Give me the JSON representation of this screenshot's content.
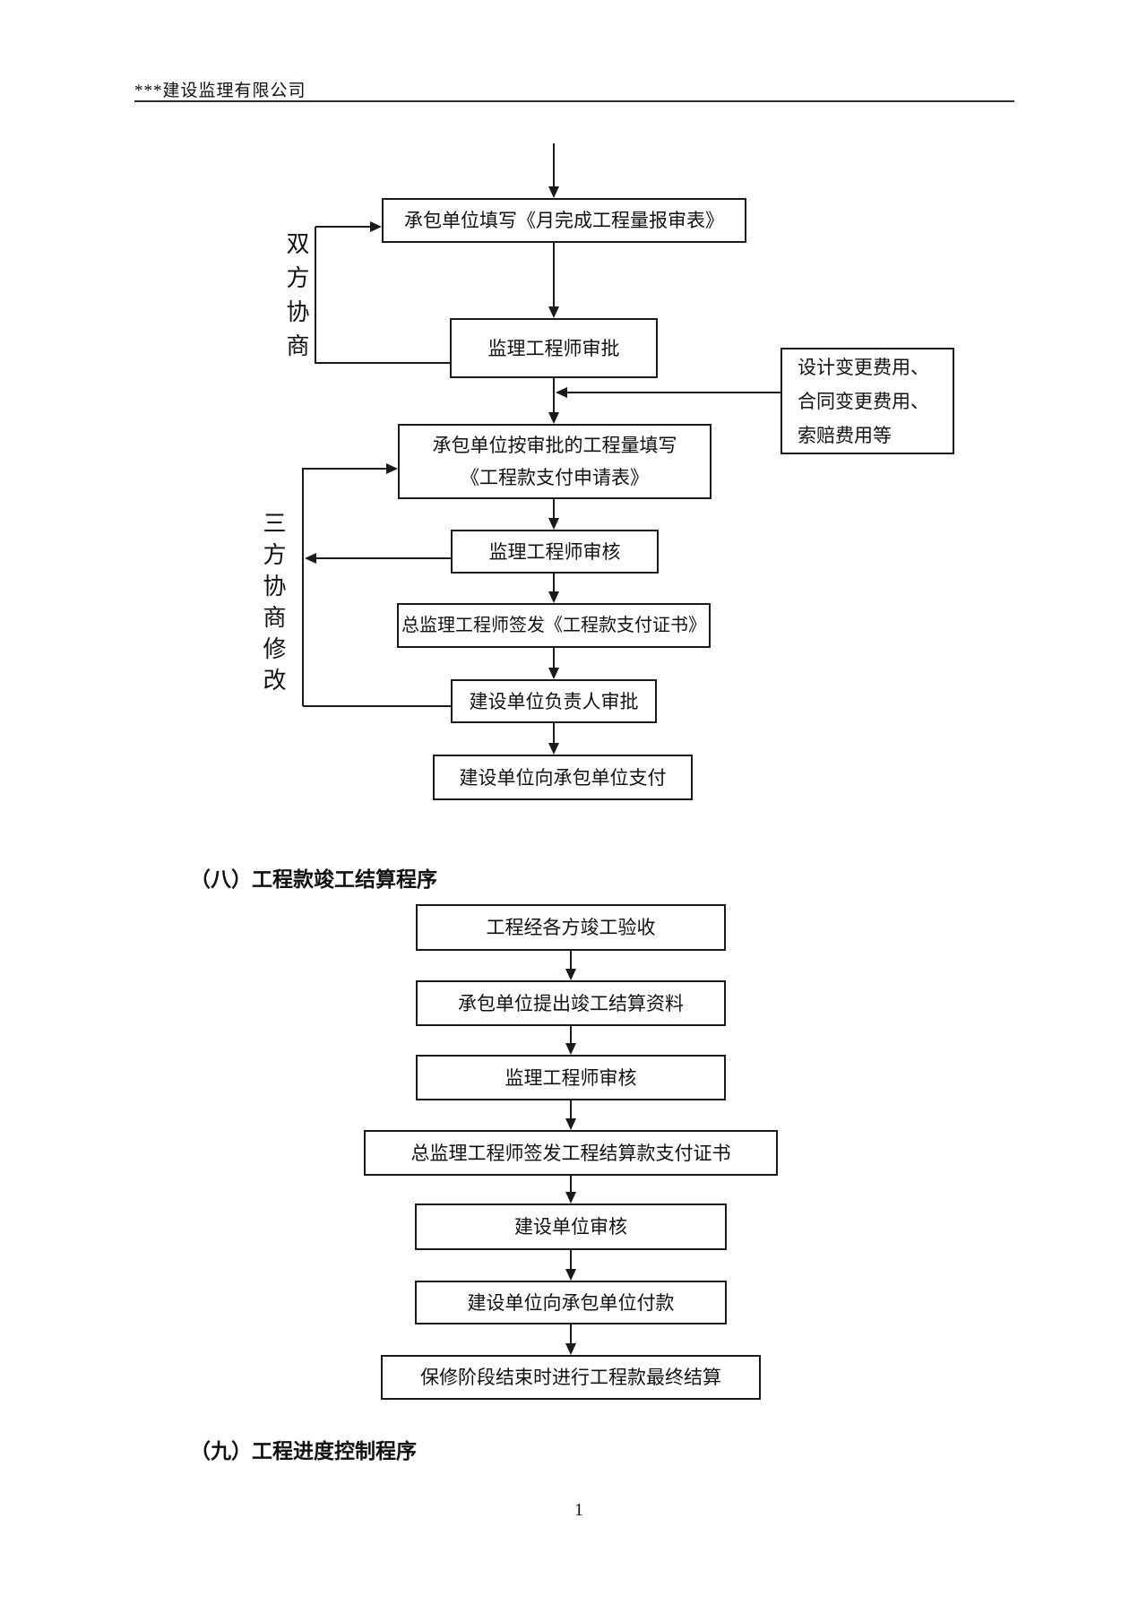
{
  "header": {
    "company": "***建设监理有限公司"
  },
  "sections": {
    "eight": {
      "heading": "（八）工程款竣工结算程序"
    },
    "nine": {
      "heading": "（九）工程进度控制程序"
    }
  },
  "page_number": "1",
  "flowchart_monthly_payment": {
    "boxes": {
      "fill_report": "承包单位填写《月完成工程量报审表》",
      "supervisor_approve": "监理工程师审批",
      "fill_payment_request_line1": "承包单位按审批的工程量填写",
      "fill_payment_request_line2": "《工程款支付申请表》",
      "supervisor_review": "监理工程师审核",
      "chief_issue_cert": "总监理工程师签发《工程款支付证书》",
      "owner_leader_approve": "建设单位负责人审批",
      "owner_pay": "建设单位向承包单位支付"
    },
    "side_box": {
      "line1": "设计变更费用、",
      "line2": "合同变更费用、",
      "line3": "索赔费用等"
    },
    "labels": {
      "two_party": "双方协商",
      "three_party": "三方协商修改"
    }
  },
  "flowchart_settlement": {
    "boxes": {
      "acceptance": "工程经各方竣工验收",
      "submit_data": "承包单位提出竣工结算资料",
      "supervisor_review": "监理工程师审核",
      "chief_issue": "总监理工程师签发工程结算款支付证书",
      "owner_review": "建设单位审核",
      "owner_pay": "建设单位向承包单位付款",
      "final_settlement": "保修阶段结束时进行工程款最终结算"
    }
  },
  "colors": {
    "line_color": "#1a1a1a",
    "text_color": "#111111",
    "background": "#ffffff"
  }
}
